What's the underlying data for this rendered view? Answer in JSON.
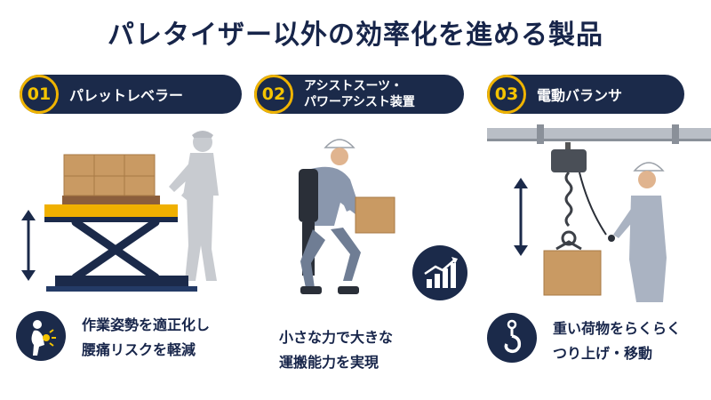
{
  "title": "パレタイザー以外の効率化を進める製品",
  "products": [
    {
      "number": "01",
      "name": "パレットレベラー",
      "icon": "back-pain-person-icon",
      "desc_line1": "作業姿勢を適正化し",
      "desc_line2": "腰痛リスクを軽減"
    },
    {
      "number": "02",
      "name": "アシストスーツ・\nパワーアシスト装置",
      "icon": "rising-bar-chart-icon",
      "desc_line1": "小さな力で大きな",
      "desc_line2": "運搬能力を実現"
    },
    {
      "number": "03",
      "name": "電動バランサ",
      "icon": "crane-hook-icon",
      "desc_line1": "重い荷物をらくらく",
      "desc_line2": "つり上げ・移動"
    }
  ],
  "colors": {
    "navy": "#1b2a4a",
    "accent_yellow": "#f5c400",
    "box_brown": "#c99a63",
    "worker_grey": "#c8cbd0"
  }
}
